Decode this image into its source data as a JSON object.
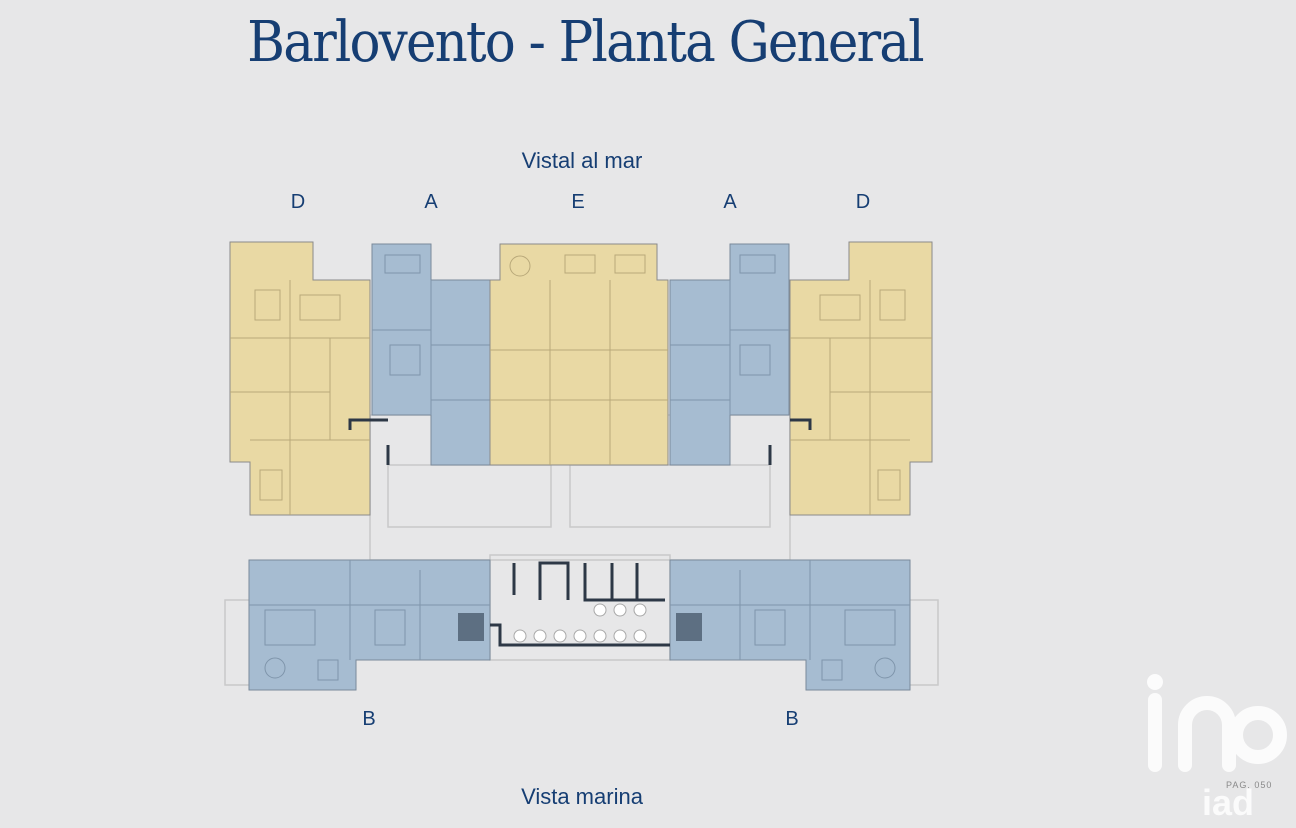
{
  "title": "Barlovento - Planta General",
  "view_top": "Vistal al mar",
  "view_bottom": "Vista marina",
  "units_top": [
    "D",
    "A",
    "E",
    "A",
    "D"
  ],
  "units_bottom": [
    "B",
    "B"
  ],
  "page_ref": "PAG. 050",
  "colors": {
    "yellow_unit": "#e9d9a4",
    "blue_unit": "#a6bcd1",
    "title": "#163e73",
    "background": "#e7e7e8"
  },
  "icons": [
    "iad-logo-watermark"
  ]
}
